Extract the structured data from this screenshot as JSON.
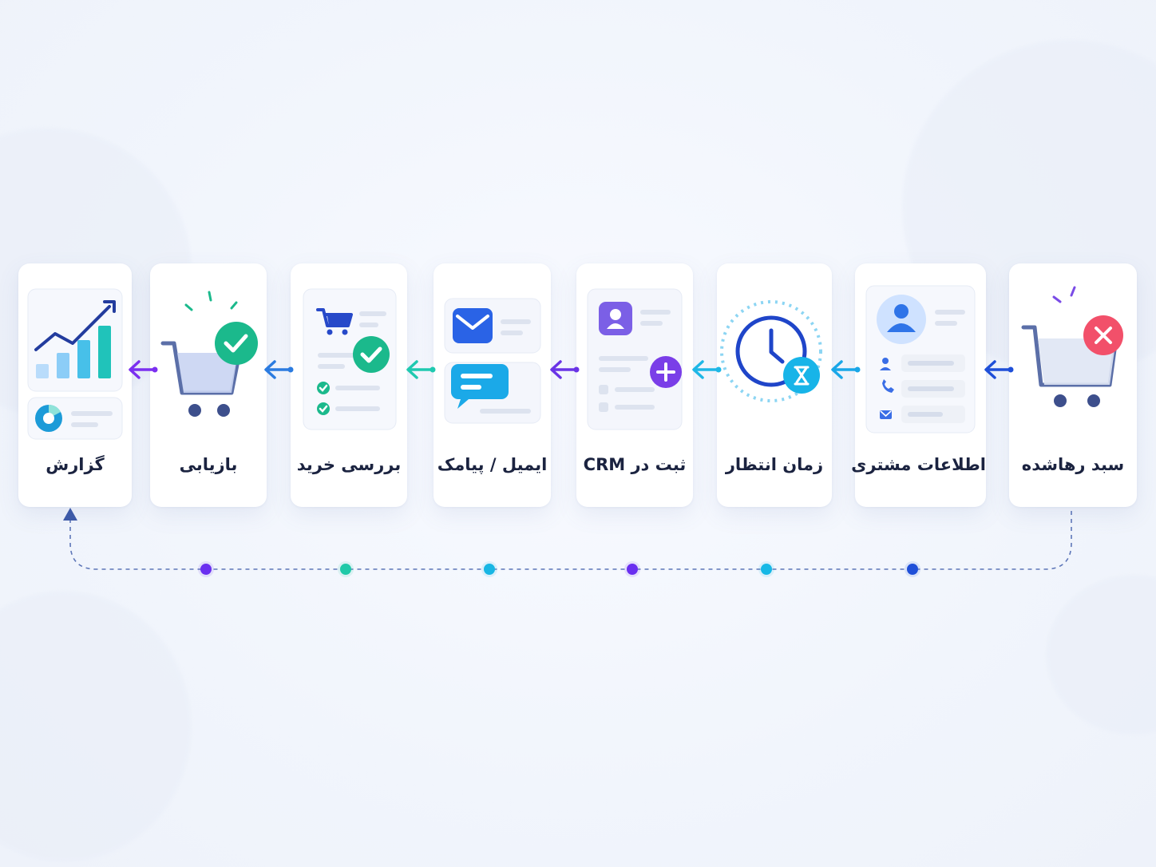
{
  "flow": {
    "direction": "right-to-left",
    "steps": [
      {
        "id": "abandoned-cart",
        "label": "سبد رهاشده",
        "icon": "cart-x-icon"
      },
      {
        "id": "customer-info",
        "label": "اطلاعات مشتری",
        "icon": "user-profile-icon"
      },
      {
        "id": "wait-time",
        "label": "زمان انتظار",
        "icon": "clock-hourglass-icon"
      },
      {
        "id": "crm-entry",
        "label": "ثبت در CRM",
        "icon": "crm-add-icon"
      },
      {
        "id": "email-sms",
        "label": "ایمیل / پیامک",
        "icon": "email-chat-icon"
      },
      {
        "id": "purchase-review",
        "label": "بررسی خرید",
        "icon": "checklist-cart-icon"
      },
      {
        "id": "recovery",
        "label": "بازیابی",
        "icon": "cart-check-icon"
      },
      {
        "id": "report",
        "label": "گزارش",
        "icon": "chart-report-icon"
      }
    ],
    "arrow_colors": [
      "#1f4fd8",
      "#1aa7e8",
      "#1eb7e6",
      "#6a34e6",
      "#1fc9b0",
      "#2b7be0",
      "#7b2ff0"
    ],
    "timeline_dot_colors": [
      "#1f4fd8",
      "#16b8e6",
      "#6a2ff0",
      "#18b6e4",
      "#1fc9a8",
      "#6a2ff0"
    ]
  }
}
